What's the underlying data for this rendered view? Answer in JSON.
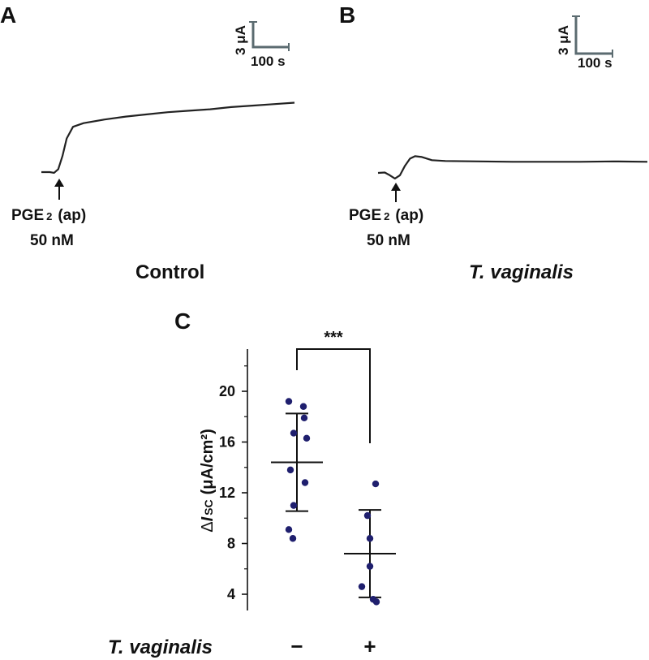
{
  "panels": {
    "a": {
      "letter": "A",
      "scale_y": "3 μA",
      "scale_x": "100 s",
      "arrow_label_line1": "PGE",
      "arrow_label_sub": "2",
      "arrow_label_suffix": "(ap)",
      "arrow_label_line2": "50 nM",
      "condition": "Control"
    },
    "b": {
      "letter": "B",
      "scale_y": "3 μA",
      "scale_x": "100 s",
      "arrow_label_line1": "PGE",
      "arrow_label_sub": "2",
      "arrow_label_suffix": "(ap)",
      "arrow_label_line2": "50 nM",
      "condition": "T. vaginalis"
    },
    "c": {
      "letter": "C",
      "significance": "***",
      "y_label_delta": "Δ",
      "y_label_I": "I",
      "y_label_sub": "SC",
      "y_label_units": "(μA/cm²)",
      "x_row_label": "T. vaginalis",
      "x_categories": [
        "−",
        "+"
      ]
    }
  },
  "chart_data": [
    {
      "panel": "A",
      "type": "line",
      "xlabel": "",
      "ylabel": "",
      "note": "Time trace of short-circuit current; relative units: time in s, current in μA (scale bar 100 s / 3 μA)",
      "x": [
        0,
        20,
        30,
        40,
        50,
        60,
        75,
        100,
        150,
        200,
        250,
        300,
        350,
        400,
        450,
        500,
        550,
        600
      ],
      "y": [
        0,
        0,
        -0.1,
        0.4,
        2.2,
        4.6,
        6.2,
        6.7,
        7.2,
        7.6,
        7.9,
        8.2,
        8.4,
        8.6,
        8.9,
        9.1,
        9.3,
        9.5
      ],
      "color": "#222222"
    },
    {
      "panel": "B",
      "type": "line",
      "xlabel": "",
      "ylabel": "",
      "note": "Time trace of short-circuit current; relative units: time in s, current in μA (scale bar 100 s / 3 μA)",
      "x": [
        0,
        20,
        35,
        50,
        65,
        80,
        95,
        110,
        130,
        160,
        200,
        300,
        400,
        500,
        600,
        700,
        800
      ],
      "y": [
        0,
        0.05,
        -0.3,
        -0.7,
        -0.3,
        0.9,
        1.8,
        2.1,
        2.0,
        1.6,
        1.5,
        1.45,
        1.4,
        1.4,
        1.4,
        1.45,
        1.4
      ],
      "color": "#222222"
    },
    {
      "panel": "C",
      "type": "scatter",
      "title": "",
      "xlabel": "T. vaginalis",
      "ylabel": "ΔI SC (μA/cm²)",
      "categories": [
        "−",
        "+"
      ],
      "ylim": [
        2,
        24
      ],
      "yticks": [
        4,
        8,
        12,
        16,
        20
      ],
      "point_color": "#1f1f6e",
      "series": [
        {
          "category": "−",
          "points": [
            19.2,
            18.8,
            17.9,
            16.7,
            16.3,
            13.8,
            12.8,
            11.0,
            9.1,
            8.4
          ],
          "mean": 14.4,
          "sd": 3.85
        },
        {
          "category": "+",
          "points": [
            12.7,
            10.2,
            8.4,
            6.2,
            4.6,
            3.6,
            3.4
          ],
          "mean": 7.2,
          "sd": 3.45
        }
      ],
      "significance": "***"
    }
  ]
}
